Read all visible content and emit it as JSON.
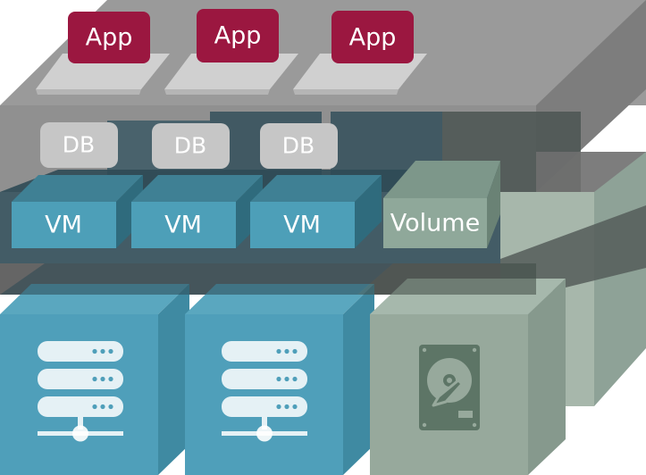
{
  "apps": [
    "App",
    "App",
    "App"
  ],
  "databases": [
    "DB",
    "DB",
    "DB"
  ],
  "vms": [
    "VM",
    "VM",
    "VM"
  ],
  "volume": "Volume",
  "icons": [
    "server-icon",
    "server-icon",
    "hard-drive-icon"
  ],
  "colors": {
    "app": "#9b1740",
    "db": "#c6c6c6",
    "vm": "#4d9fb8",
    "volume": "#8fa89a",
    "server_box": "#4f9fba",
    "storage_box": "#97a99c",
    "platform": "#8a8a8a"
  }
}
